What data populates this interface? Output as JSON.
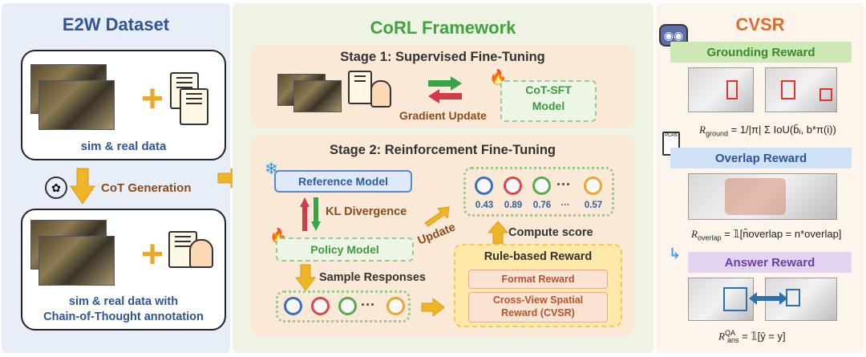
{
  "e2w": {
    "title": "E2W Dataset",
    "top_caption": "sim & real data",
    "cot_label": "CoT Generation",
    "bottom_caption_line1": "sim & real data with",
    "bottom_caption_line2": "Chain-of-Thought annotation"
  },
  "corl": {
    "title": "CoRL Framework",
    "stage1": {
      "title": "Stage 1: Supervised Fine-Tuning",
      "gradient_label": "Gradient Update",
      "model_line1": "CoT-SFT",
      "model_line2": "Model"
    },
    "stage2": {
      "title": "Stage 2: Reinforcement Fine-Tuning",
      "reference_model": "Reference Model",
      "kl_label": "KL Divergence",
      "policy_model": "Policy Model",
      "update_label": "Update",
      "sample_label": "Sample Responses",
      "compute_label": "Compute score",
      "scores": [
        "0.43",
        "0.89",
        "0.76",
        "···",
        "0.57"
      ],
      "dots": "···",
      "rule_title": "Rule-based Reward",
      "format_reward": "Format Reward",
      "cv_reward_line1": "Cross-View Spatial",
      "cv_reward_line2": "Reward (CVSR)"
    }
  },
  "cvsr": {
    "title": "CVSR",
    "grounding_label": "Grounding Reward",
    "overlap_label": "Overlap Reward",
    "answer_label": "Answer Reward",
    "plan_label": "PLAN",
    "formula_ground_lhs": "R",
    "formula_ground_sub": "ground",
    "formula_ground_rhs": "= 1/|π| Σ IoU(b̂ᵢ, b*π(i))",
    "formula_overlap_lhs": "R",
    "formula_overlap_sub": "overlap",
    "formula_overlap_rhs": "= 𝟙[n̂overlap = n*overlap]",
    "formula_ans_lhs": "R",
    "formula_ans_sup": "QA",
    "formula_ans_sub": "ans",
    "formula_ans_rhs": "= 𝟙[ŷ = y]"
  },
  "colors": {
    "e2w_title": "#2f5597",
    "corl_title": "#3fa33f",
    "cvsr_title": "#e06b2c",
    "grounding_bg": "#cde8b5",
    "grounding_fg": "#3a8a2a",
    "overlap_bg": "#cfe1f5",
    "overlap_fg": "#2f5597",
    "answer_bg": "#e2d3f0",
    "answer_fg": "#6b3fa0",
    "arrow_orange": "#f0b428",
    "arrow_green": "#3aa34a",
    "arrow_red": "#d33a4a"
  },
  "circle_colors": [
    "#3d6fb8",
    "#d24b4b",
    "#5aa84f",
    "#e8a63a"
  ],
  "icons": [
    "snowflake-icon",
    "fire-icon",
    "robot-icon",
    "openai-logo-icon",
    "plan-checklist-icon",
    "book-head-icon",
    "document-pencil-icon"
  ]
}
